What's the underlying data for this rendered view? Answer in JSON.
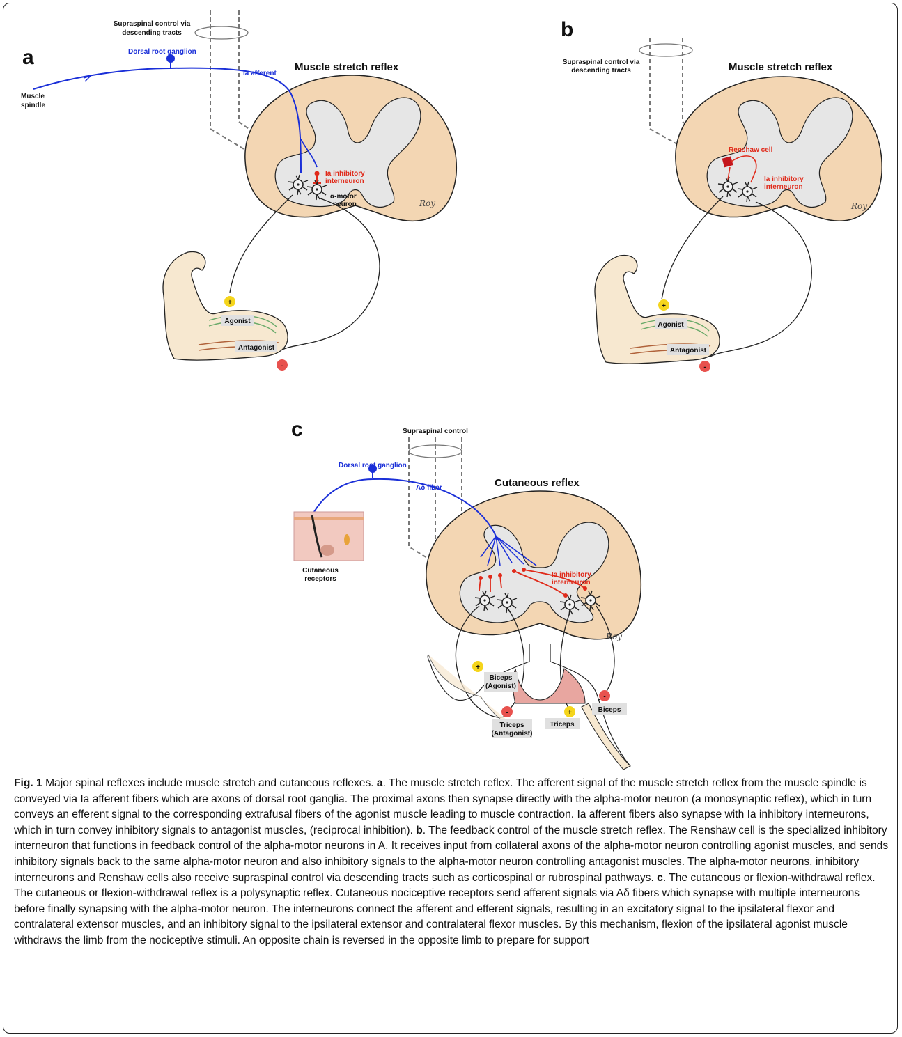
{
  "panel_a": {
    "letter": "a",
    "title": "Muscle stretch reflex",
    "supraspinal_line1": "Supraspinal control via",
    "supraspinal_line2": "descending tracts",
    "dorsal_root_ganglion": "Dorsal root ganglion",
    "ia_afferent": "Ia afferent",
    "muscle_line1": "Muscle",
    "muscle_line2": "spindle",
    "inhib_line1": "Ia inhibitory",
    "inhib_line2": "interneuron",
    "motor_line1": "α-motor",
    "motor_line2": "neuron",
    "agonist": "Agonist",
    "antagonist": "Antagonist",
    "plus": "+",
    "minus": "-",
    "signature": "Roy"
  },
  "panel_b": {
    "letter": "b",
    "title": "Muscle stretch reflex",
    "supraspinal_line1": "Supraspinal control via",
    "supraspinal_line2": "descending tracts",
    "renshaw": "Renshaw cell",
    "inhib_line1": "Ia inhibitory",
    "inhib_line2": "interneuron",
    "agonist": "Agonist",
    "antagonist": "Antagonist",
    "plus": "+",
    "minus": "-",
    "signature": "Roy"
  },
  "panel_c": {
    "letter": "c",
    "title": "Cutaneous reflex",
    "supraspinal": "Supraspinal control",
    "dorsal_root_ganglion": "Dorsal root ganglion",
    "fiber": "Aδ fiber",
    "receptors_line1": "Cutaneous",
    "receptors_line2": "receptors",
    "inhib_line1": "Ia inhibitory",
    "inhib_line2": "interneuron",
    "biceps_agonist_line1": "Biceps",
    "biceps_agonist_line2": "(Agonist)",
    "triceps_antagonist_line1": "Triceps",
    "triceps_antagonist_line2": "(Antagonist)",
    "triceps": "Triceps",
    "biceps": "Biceps",
    "plus": "+",
    "minus": "-",
    "signature": "Roy"
  },
  "caption": {
    "fig_label": "Fig. 1",
    "intro": " Major spinal reflexes include muscle stretch and cutaneous reflexes. ",
    "a_letter": "a",
    "a_text": ". The muscle stretch reflex. The afferent signal of the muscle stretch reflex from the muscle spindle is conveyed via Ia afferent fibers which are axons of dorsal root ganglia. The proximal axons then synapse directly with the alpha-motor neuron (a monosynaptic reflex), which in turn conveys an efferent signal to the corresponding extrafusal fibers of the agonist muscle leading to muscle contraction. Ia afferent fibers also synapse with Ia inhibitory interneurons, which in turn convey inhibitory signals to antagonist muscles, (reciprocal inhibition). ",
    "b_letter": "b",
    "b_text": ". The feedback control of the muscle stretch reflex. The Renshaw cell is the specialized inhibitory interneuron that functions in feedback control of the alpha-motor neurons in A. It receives input from collateral axons of the alpha-motor neuron controlling agonist muscles, and sends inhibitory signals back to the same alpha-motor neuron and also inhibitory signals to the alpha-motor neuron controlling antagonist muscles. The alpha-motor neurons, inhibitory interneurons and Renshaw cells also receive supraspinal control via descending tracts such as corticospinal or rubrospinal pathways. ",
    "c_letter": "c",
    "c_text": ". The cutaneous or flexion-withdrawal reflex. The cutaneous or flexion-withdrawal reflex is a polysynaptic reflex. Cutaneous nociceptive receptors send afferent signals via Aδ fibers which synapse with multiple interneurons before finally synapsing with the alpha-motor neuron. The interneurons connect the afferent and efferent signals, resulting in an excitatory signal to the ipsilateral flexor and contralateral extensor muscles, and an inhibitory signal to the ipsilateral extensor and contralateral flexor muscles. By this mechanism, flexion of the ipsilateral agonist muscle withdraws the limb from the nociceptive stimuli. An opposite chain is reversed in the opposite limb to prepare for support"
  },
  "colors": {
    "cord_outer": "#f3d6b3",
    "grey_matter": "#e6e6e6",
    "afferent_blue": "#1a2fd8",
    "inhibitory_red": "#e02a1a",
    "plus_yellow": "#f5d51c",
    "minus_red": "#e8524e",
    "skin": "#f7e8d0"
  }
}
